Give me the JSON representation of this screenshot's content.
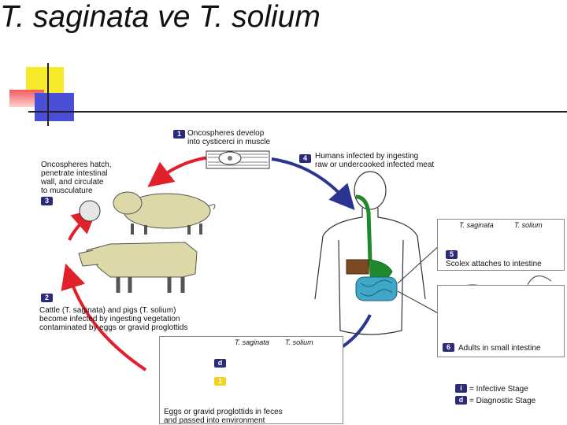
{
  "title": "T. saginata  ve T. solium",
  "stages": {
    "s1": {
      "num": "1",
      "text": "Oncospheres develop\ninto cysticerci in muscle"
    },
    "s2": {
      "num": "2",
      "text": "Cattle (T. saginata) and pigs (T. solium)\nbecome infected by ingesting vegetation\ncontaminated by eggs or gravid proglottids"
    },
    "s3": {
      "num": "3",
      "text": "Oncospheres hatch,\npenetrate intestinal\nwall, and circulate\nto musculature"
    },
    "s4": {
      "num": "4",
      "text": "Humans infected by ingesting\nraw or undercooked infected meat"
    },
    "s5": {
      "num": "5",
      "text": "Scolex attaches to intestine"
    },
    "s6": {
      "num": "6",
      "text": "Adults in small intestine"
    },
    "eggs": {
      "text": "Eggs or gravid proglottids in feces\nand passed into environment"
    }
  },
  "species": {
    "saginata": "T. saginata",
    "solium": "T. solium"
  },
  "legend": {
    "infective_letter": "i",
    "infective": "= Infective Stage",
    "diagnostic_letter": "d",
    "diagnostic": "= Diagnostic Stage"
  },
  "colors": {
    "red_arrow": "#e0202a",
    "blue_arrow": "#2a3592",
    "badge": "#2c2a7a",
    "badge_yellow": "#f2d21a"
  }
}
